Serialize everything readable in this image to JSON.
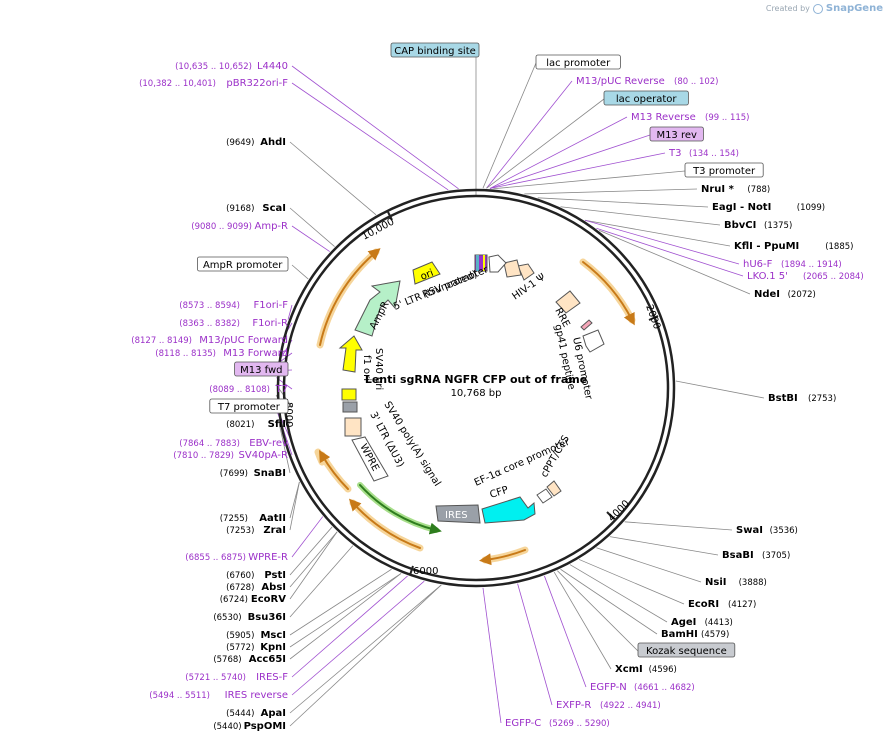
{
  "credit": {
    "prefix": "Created by",
    "brand": "SnapGene"
  },
  "plasmid": {
    "name": "Lenti sgRNA NGFR CFP out of frame",
    "size": "10,768 bp"
  },
  "tick_labels": [
    "2000",
    "4000",
    "6000",
    "8000",
    "10,000"
  ],
  "left_labels": [
    {
      "pos": "(10,635 .. 10,652)",
      "name": "L4440",
      "kind": "primer"
    },
    {
      "pos": "(10,382 .. 10,401)",
      "name": "pBR322ori-F",
      "kind": "primer"
    },
    {
      "pos": "(9649)",
      "name": "AhdI",
      "kind": "enzyme"
    },
    {
      "pos": "(9168)",
      "name": "ScaI",
      "kind": "enzyme"
    },
    {
      "pos": "(9080 .. 9099)",
      "name": "Amp-R",
      "kind": "primer"
    },
    {
      "pos": "",
      "name": "AmpR promoter",
      "kind": "feature"
    },
    {
      "pos": "(8573 .. 8594)",
      "name": "F1ori-F",
      "kind": "primer"
    },
    {
      "pos": "(8363 .. 8382)",
      "name": "F1ori-R",
      "kind": "primer"
    },
    {
      "pos": "(8127 .. 8149)",
      "name": "M13/pUC Forward",
      "kind": "primer"
    },
    {
      "pos": "(8118 .. 8135)",
      "name": "M13 Forward",
      "kind": "primer"
    },
    {
      "pos": "",
      "name": "M13 fwd",
      "kind": "primer-box"
    },
    {
      "pos": "(8089 .. 8108)",
      "name": "T7",
      "kind": "primer"
    },
    {
      "pos": "",
      "name": "T7 promoter",
      "kind": "feature"
    },
    {
      "pos": "(8021)",
      "name": "SfiI",
      "kind": "enzyme"
    },
    {
      "pos": "(7864 .. 7883)",
      "name": "EBV-rev",
      "kind": "primer"
    },
    {
      "pos": "(7810 .. 7829)",
      "name": "SV40pA-R",
      "kind": "primer"
    },
    {
      "pos": "(7699)",
      "name": "SnaBI",
      "kind": "enzyme"
    },
    {
      "pos": "(7255)",
      "name": "AatII",
      "kind": "enzyme"
    },
    {
      "pos": "(7253)",
      "name": "ZraI",
      "kind": "enzyme"
    },
    {
      "pos": "(6855 .. 6875)",
      "name": "WPRE-R",
      "kind": "primer"
    },
    {
      "pos": "(6760)",
      "name": "PstI",
      "kind": "enzyme"
    },
    {
      "pos": "(6728)",
      "name": "AbsI",
      "kind": "enzyme"
    },
    {
      "pos": "(6724)",
      "name": "EcoRV",
      "kind": "enzyme"
    },
    {
      "pos": "(6530)",
      "name": "Bsu36I",
      "kind": "enzyme"
    },
    {
      "pos": "(5905)",
      "name": "MscI",
      "kind": "enzyme"
    },
    {
      "pos": "(5772)",
      "name": "KpnI",
      "kind": "enzyme"
    },
    {
      "pos": "(5768)",
      "name": "Acc65I",
      "kind": "enzyme"
    },
    {
      "pos": "(5721 .. 5740)",
      "name": "IRES-F",
      "kind": "primer"
    },
    {
      "pos": "(5494 .. 5511)",
      "name": "IRES reverse",
      "kind": "primer"
    },
    {
      "pos": "(5444)",
      "name": "ApaI",
      "kind": "enzyme"
    },
    {
      "pos": "(5440)",
      "name": "PspOMI",
      "kind": "enzyme"
    }
  ],
  "right_labels": [
    {
      "pos": "",
      "name": "lac promoter",
      "kind": "feature"
    },
    {
      "pos": "(80 .. 102)",
      "name": "M13/pUC Reverse",
      "kind": "primer"
    },
    {
      "pos": "",
      "name": "lac operator",
      "kind": "feature-blue"
    },
    {
      "pos": "(99 .. 115)",
      "name": "M13 Reverse",
      "kind": "primer"
    },
    {
      "pos": "",
      "name": "M13 rev",
      "kind": "primer-box"
    },
    {
      "pos": "(134 .. 154)",
      "name": "T3",
      "kind": "primer"
    },
    {
      "pos": "",
      "name": "T3 promoter",
      "kind": "feature"
    },
    {
      "pos": "(788)",
      "name": "NruI *",
      "kind": "enzyme"
    },
    {
      "pos": "(1099)",
      "name": "EagI  - NotI",
      "kind": "enzyme"
    },
    {
      "pos": "(1375)",
      "name": "BbvCI",
      "kind": "enzyme"
    },
    {
      "pos": "(1885)",
      "name": "KflI  - PpuMI",
      "kind": "enzyme"
    },
    {
      "pos": "(1894 .. 1914)",
      "name": "hU6-F",
      "kind": "primer"
    },
    {
      "pos": "(2065 .. 2084)",
      "name": "LKO.1 5'",
      "kind": "primer"
    },
    {
      "pos": "(2072)",
      "name": "NdeI",
      "kind": "enzyme"
    },
    {
      "pos": "(2753)",
      "name": "BstBI",
      "kind": "enzyme"
    },
    {
      "pos": "(3536)",
      "name": "SwaI",
      "kind": "enzyme"
    },
    {
      "pos": "(3705)",
      "name": "BsaBI",
      "kind": "enzyme"
    },
    {
      "pos": "(3888)",
      "name": "NsiI",
      "kind": "enzyme"
    },
    {
      "pos": "(4127)",
      "name": "EcoRI",
      "kind": "enzyme"
    },
    {
      "pos": "(4413)",
      "name": "AgeI",
      "kind": "enzyme"
    },
    {
      "pos": "(4579)",
      "name": "BamHI",
      "kind": "enzyme"
    },
    {
      "pos": "",
      "name": "Kozak sequence",
      "kind": "feature-gray"
    },
    {
      "pos": "(4596)",
      "name": "XcmI",
      "kind": "enzyme"
    },
    {
      "pos": "(4661 .. 4682)",
      "name": "EGFP-N",
      "kind": "primer"
    },
    {
      "pos": "(4922 .. 4941)",
      "name": "EXFP-R",
      "kind": "primer"
    },
    {
      "pos": "(5269 .. 5290)",
      "name": "EGFP-C",
      "kind": "primer"
    }
  ],
  "top_label": {
    "name": "CAP binding site",
    "kind": "feature-blue"
  },
  "inner_labels": [
    "RSV promoter",
    "5' LTR (truncated)",
    "HIV-1 Ψ",
    "RRE",
    "gp41 peptide",
    "U6 promoter",
    "cPPT/CTS",
    "EF-1α core promoter",
    "CFP",
    "IRES",
    "WPRE",
    "3' LTR (ΔU3)",
    "SV40 poly(A) signal",
    "SV40 ori",
    "f1 ori",
    "AmpR",
    "ori"
  ],
  "colors": {
    "enzyme": "#000000",
    "primer": "#9b30c8",
    "line": "#888888",
    "backbone": "#222222",
    "ori": "#ffff00",
    "AmpR": "#b6f0c8",
    "CFP": "#00f0f0",
    "IRES": "#9aa0a8",
    "LTR": "#ffe4c4",
    "arrow_orange": "#e8a033",
    "arrow_green": "#4caf30"
  }
}
